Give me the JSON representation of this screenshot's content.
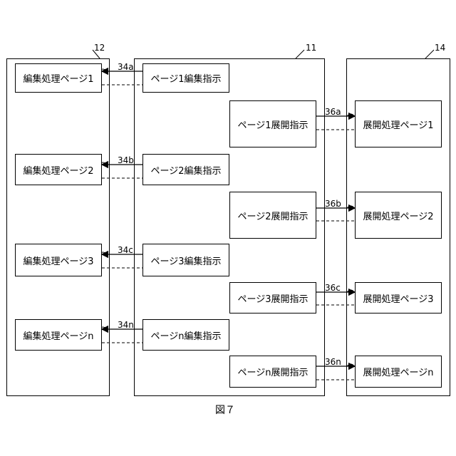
{
  "columns": {
    "left": {
      "ref": "12"
    },
    "middle": {
      "ref": "11"
    },
    "right": {
      "ref": "14"
    }
  },
  "edit_pages": [
    "編集処理ページ1",
    "編集処理ページ2",
    "編集処理ページ3",
    "編集処理ページn"
  ],
  "edit_instructions": [
    "ページ1編集指示",
    "ページ2編集指示",
    "ページ3編集指示",
    "ページn編集指示"
  ],
  "expand_instructions": [
    "ページ1展開指示",
    "ページ2展開指示",
    "ページ3展開指示",
    "ページn展開指示"
  ],
  "expand_pages": [
    "展開処理ページ1",
    "展開処理ページ2",
    "展開処理ページ3",
    "展開処理ページn"
  ],
  "edit_refs": [
    "34a",
    "34b",
    "34c",
    "34n"
  ],
  "expand_refs": [
    "36a",
    "36b",
    "36c",
    "36n"
  ],
  "caption": "図７"
}
